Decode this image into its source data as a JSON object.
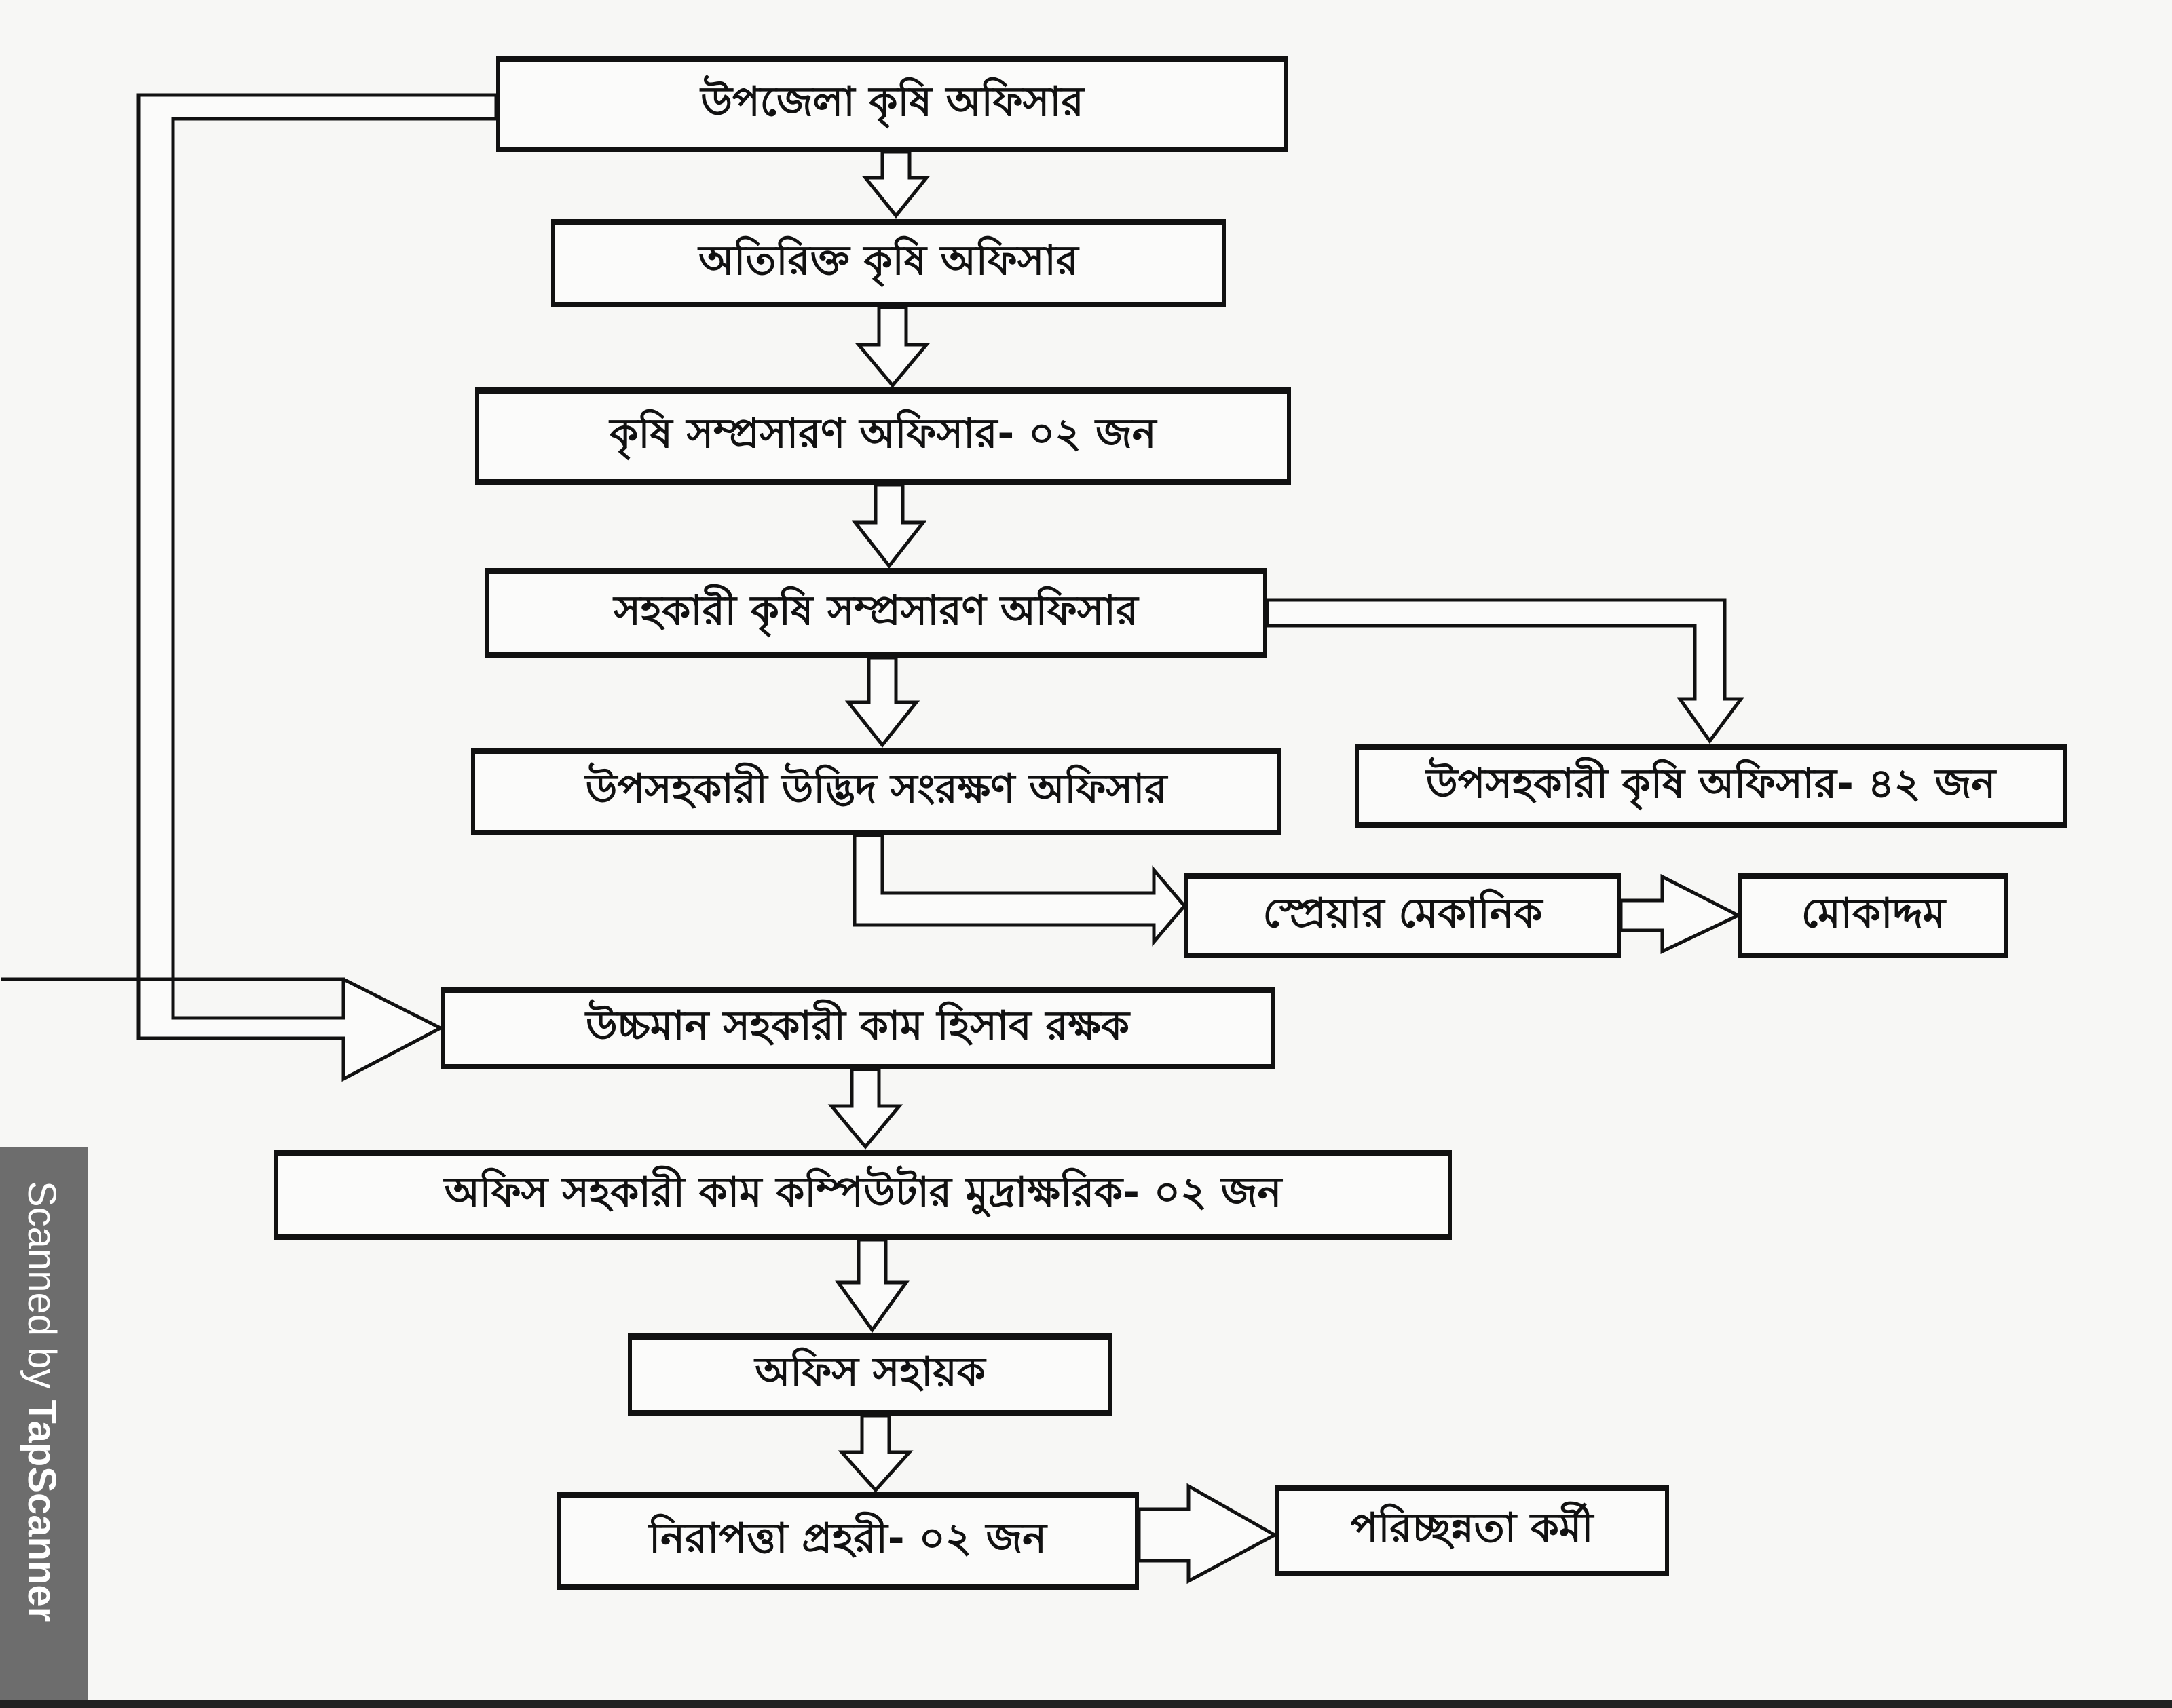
{
  "chart": {
    "nodes": [
      {
        "id": "upazila-agriculture-officer",
        "label": "উপজেলা কৃষি অফিসার"
      },
      {
        "id": "additional-agriculture-officer",
        "label": "অতিরিক্ত কৃষি অফিসার"
      },
      {
        "id": "agriculture-extension-officer",
        "label": "কৃষি সম্প্রসারণ অফিসার- ০২ জন"
      },
      {
        "id": "assistant-agriculture-extension-officer",
        "label": "সহকারী কৃষি সম্প্রসারণ অফিসার"
      },
      {
        "id": "sub-assistant-plant-protection-officer",
        "label": "উপসহকারী উদ্ভিদ সংরক্ষণ অফিসার"
      },
      {
        "id": "sub-assistant-agriculture-officer",
        "label": "উপসহকারী কৃষি অফিসার- ৪২ জন"
      },
      {
        "id": "sprayer-mechanic",
        "label": "স্প্রেয়ার মেকানিক"
      },
      {
        "id": "mokaddam",
        "label": "মোকাদ্দম"
      },
      {
        "id": "upper-division-assistant-accountant",
        "label": "উচ্চমান সহকারী কাম হিসাব রক্ষক"
      },
      {
        "id": "office-assistant-computer-typist",
        "label": "অফিস সহকারী কাম কম্পিউটার মুদ্রাক্ষরিক- ০২ জন"
      },
      {
        "id": "office-helper",
        "label": "অফিস সহায়ক"
      },
      {
        "id": "security-guard",
        "label": "নিরাপত্তা প্রহরী- ০২ জন"
      },
      {
        "id": "cleaner",
        "label": "পরিচ্ছন্নতা কর্মী"
      }
    ],
    "edges": [
      [
        "upazila-agriculture-officer",
        "additional-agriculture-officer"
      ],
      [
        "additional-agriculture-officer",
        "agriculture-extension-officer"
      ],
      [
        "agriculture-extension-officer",
        "assistant-agriculture-extension-officer"
      ],
      [
        "assistant-agriculture-extension-officer",
        "sub-assistant-plant-protection-officer"
      ],
      [
        "assistant-agriculture-extension-officer",
        "sub-assistant-agriculture-officer"
      ],
      [
        "sub-assistant-plant-protection-officer",
        "sprayer-mechanic"
      ],
      [
        "sprayer-mechanic",
        "mokaddam"
      ],
      [
        "upazila-agriculture-officer",
        "upper-division-assistant-accountant"
      ],
      [
        "upper-division-assistant-accountant",
        "office-assistant-computer-typist"
      ],
      [
        "office-assistant-computer-typist",
        "office-helper"
      ],
      [
        "office-helper",
        "security-guard"
      ],
      [
        "security-guard",
        "cleaner"
      ]
    ]
  },
  "watermark": {
    "prefix": "Scanned by ",
    "brand": "TapScanner"
  }
}
